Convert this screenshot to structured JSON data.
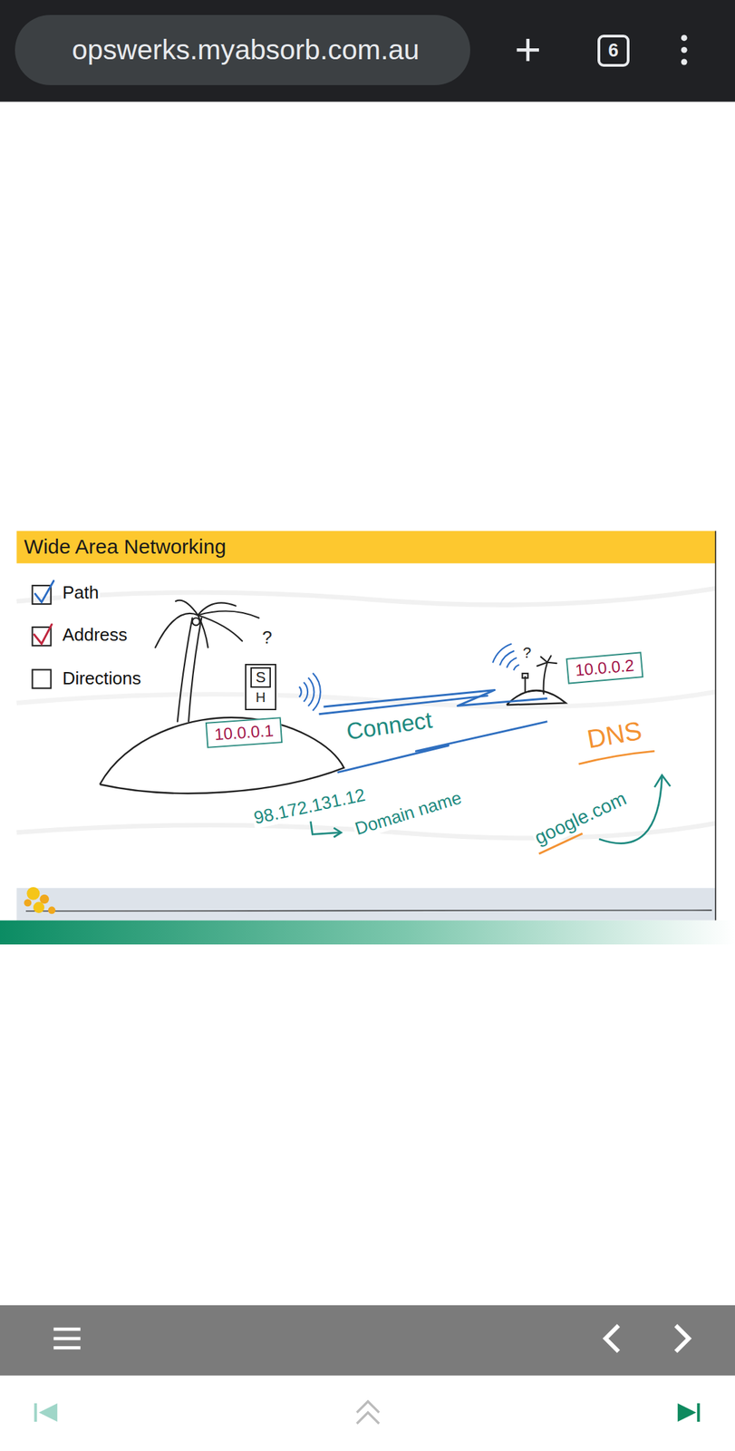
{
  "diagram": {
    "title": "Wide Area Networking",
    "nodes": [
      {
        "text": [
          "opswerks.myabsorb.com.au"
        ]
      },
      {
        "text": [
          "6"
        ]
      },
      {
        "text": [
          "S",
          "H"
        ]
      },
      {
        "text": [
          "10.0.0.1"
        ]
      },
      {
        "text": [
          "10.0.0.2"
        ]
      }
    ],
    "labels": [
      "Path",
      "Address",
      "Directions",
      "?",
      "?",
      "Connect",
      "98.172.131.12",
      "Domain name",
      "DNS",
      "google.com"
    ]
  }
}
